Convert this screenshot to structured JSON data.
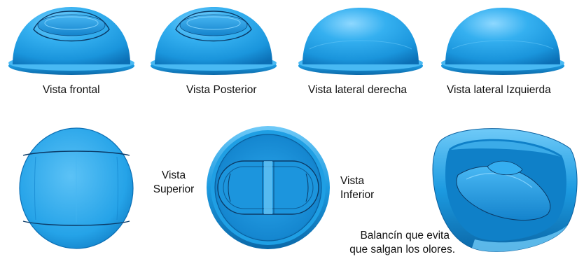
{
  "colors": {
    "background": "#ffffff",
    "plastic": "#1f9fe4",
    "plastic_light": "#7fd0fb",
    "plastic_dark": "#0a6fb4",
    "edge_line": "#0b3a66",
    "text": "#111111"
  },
  "views": {
    "frontal": {
      "label": "Vista frontal"
    },
    "posterior": {
      "label": "Vista  Posterior"
    },
    "lateral_derecha": {
      "label": "Vista  lateral derecha"
    },
    "lateral_izquierda": {
      "label": "Vista  lateral Izquierda"
    },
    "superior": {
      "label_line1": "Vista",
      "label_line2": "Superior"
    },
    "inferior": {
      "label_line1": "Vista",
      "label_line2": "Inferior"
    },
    "balancin": {
      "label_line1": "Balancín que evita",
      "label_line2": "que salgan los olores."
    }
  }
}
